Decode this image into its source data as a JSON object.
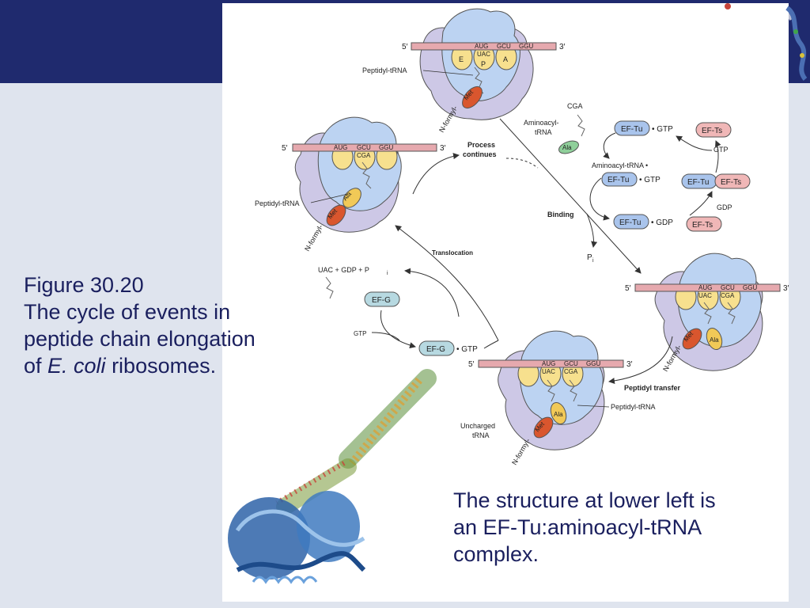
{
  "caption": {
    "figure_label": "Figure 30.20",
    "line1": "The cycle of events in",
    "line2": "peptide chain elongation",
    "line3_prefix": "of ",
    "line3_species": "E. coli",
    "line3_suffix": " ribosomes."
  },
  "note": {
    "line1": "The structure at lower left is",
    "line2": "an EF-Tu:aminoacyl-tRNA",
    "line3": "complex."
  },
  "diagram": {
    "labels": {
      "five_prime": "5′",
      "three_prime": "3′",
      "codon_aug": "AUG",
      "codon_gcu": "GCU",
      "codon_ggu": "GGU",
      "anticodon_uac": "UAC",
      "anticodon_cga": "CGA",
      "site_e": "E",
      "site_p": "P",
      "site_a": "A",
      "peptidyl_trna": "Peptidyl-tRNA",
      "n_formyl": "N-formyl-",
      "met": "Met",
      "ala": "Ala",
      "aminoacyl_trna_line1": "Aminoacyl-",
      "aminoacyl_trna_line2": "tRNA",
      "aminoacyl_trna_dot": "Aminoacyl-tRNA •",
      "ef_tu": "EF-Tu",
      "ef_ts": "EF-Ts",
      "ef_g": "EF-G",
      "dot_gtp": "• GTP",
      "dot_gdp": "• GDP",
      "gtp": "GTP",
      "gdp": "GDP",
      "pi_p": "P",
      "pi_sub": "i",
      "binding": "Binding",
      "translocation": "Translocation",
      "peptidyl_transfer": "Peptidyl transfer",
      "process_continues_line1": "Process",
      "process_continues_line2": "continues",
      "uncharged_trna_line1": "Uncharged",
      "uncharged_trna_line2": "tRNA",
      "uac_gdp_pi": "UAC  +  GDP  +  P"
    },
    "colors": {
      "large_subunit": "#cdc8e6",
      "small_subunit": "#bcd3f2",
      "mrna": "#e6a9ae",
      "sites": "#f7e08e",
      "met": "#d9562e",
      "ala": "#f1c957",
      "ef_tu": "#a9c4ec",
      "ef_ts": "#f0b7b7",
      "ef_g": "#b7d9e1",
      "aminoacyl_ala": "#8fcf9a",
      "header_band": "#1f2a6e",
      "text_blue": "#1a1f5e"
    }
  }
}
